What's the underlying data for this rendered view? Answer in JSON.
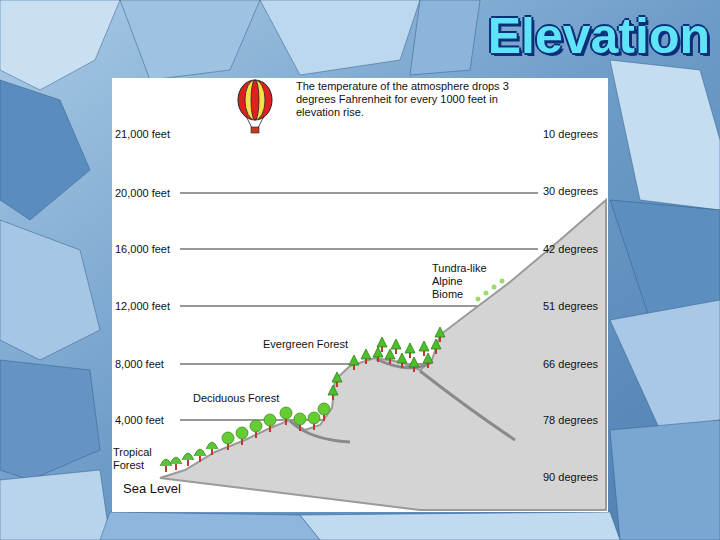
{
  "diagram": {
    "title": "Elevation",
    "labels": [
      "The temperature of the atmosphere drops 3 degrees Fahrenheit for every 1000 feet in elevation rise.",
      "21,000 feet",
      "10 degrees",
      "20,000 feet",
      "30 degrees",
      "16,000 feet",
      "42 degrees",
      "Tundra-like Alpine Biome",
      "12,000 feet",
      "51 degrees",
      "Evergreen Forest",
      "8,000 feet",
      "66 degrees",
      "Deciduous Forest",
      "4,000 feet",
      "78 degrees",
      "Tropical Forest",
      "90 degrees",
      "Sea Level"
    ]
  }
}
